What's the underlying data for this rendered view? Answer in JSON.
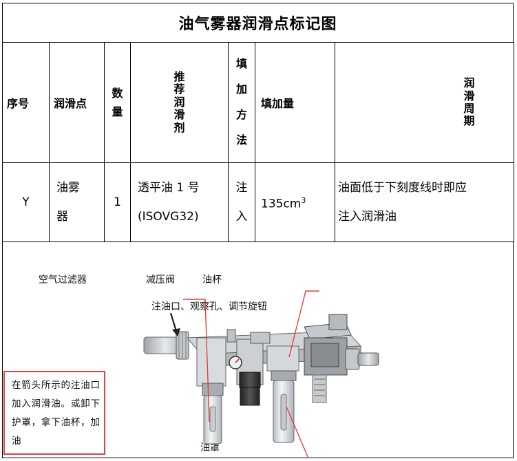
{
  "title": "油气雾器润滑点标记图",
  "headers": {
    "seq": "序号",
    "point": "润滑点",
    "qty": [
      "数",
      "量"
    ],
    "lubricant": [
      "推",
      "荐",
      "润",
      "滑",
      "剂"
    ],
    "method": [
      "填",
      "加",
      "方",
      "法"
    ],
    "amount": "填加量",
    "cycle": [
      "润",
      "滑",
      "周",
      "期"
    ]
  },
  "row": {
    "seq": "Y",
    "point_line1": "油雾",
    "point_line2": "器",
    "qty": "1",
    "lubricant_line1": "透平油 1 号",
    "lubricant_line2": "(ISOVG32)",
    "method_line1": "注",
    "method_line2": "入",
    "amount_value": "135cm",
    "amount_sup": "3",
    "cycle_line1": "油面低于下刻度线时即应",
    "cycle_line2": "注入润滑油"
  },
  "figure": {
    "labels": {
      "air_filter": "空气过滤器",
      "reducing_valve": "减压阀",
      "oil_cup": "油杯",
      "oil_port": "注油口、观察孔、调节旋钮",
      "oil_cover": "油罩"
    },
    "note": "在箭头所示的注油口加入润滑油。或卸下护罩，拿下油杯，加油",
    "note_color": "#e0413f",
    "leader_color": "#e0413f",
    "body_color": "#c9ccd1",
    "accent_color": "#6b6f75"
  }
}
